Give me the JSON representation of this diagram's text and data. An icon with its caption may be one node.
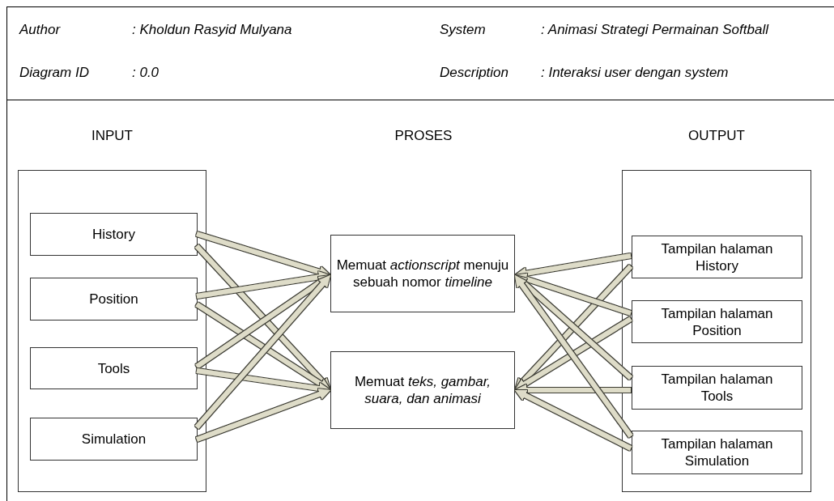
{
  "diagram": {
    "nodes": [
      {
        "text": [
          "INPUT"
        ]
      },
      {
        "text": [
          "History"
        ],
        "in": 0
      },
      {
        "text": [
          "Position"
        ],
        "in": 0
      },
      {
        "text": [
          "Tools"
        ],
        "in": 0
      },
      {
        "text": [
          "Simulation"
        ],
        "in": 0
      },
      {
        "text": [
          "Memuat *actionscript* menuju sebuah nomor *timeline*"
        ]
      },
      {
        "text": [
          "Memuat *teks, gambar, suara, dan animasi*"
        ]
      },
      {
        "text": [
          "OUTPUT"
        ]
      },
      {
        "text": [
          "Tampilan halaman History"
        ],
        "in": 7
      },
      {
        "text": [
          "Tampilan halaman Position"
        ],
        "in": 7
      },
      {
        "text": [
          "Tampilan halaman Tools"
        ],
        "in": 7
      },
      {
        "text": [
          "Tampilan halaman Simulation"
        ],
        "in": 7
      }
    ],
    "edges": [
      {
        "from": 1,
        "to": 5,
        "arrow": "to"
      },
      {
        "from": 1,
        "to": 6,
        "arrow": "to"
      },
      {
        "from": 2,
        "to": 5,
        "arrow": "to"
      },
      {
        "from": 2,
        "to": 6,
        "arrow": "to"
      },
      {
        "from": 3,
        "to": 5,
        "arrow": "to"
      },
      {
        "from": 3,
        "to": 6,
        "arrow": "to"
      },
      {
        "from": 4,
        "to": 5,
        "arrow": "to"
      },
      {
        "from": 4,
        "to": 6,
        "arrow": "to"
      },
      {
        "from": 8,
        "to": 5,
        "arrow": "to"
      },
      {
        "from": 8,
        "to": 6,
        "arrow": "to"
      },
      {
        "from": 9,
        "to": 5,
        "arrow": "to"
      },
      {
        "from": 9,
        "to": 6,
        "arrow": "to"
      },
      {
        "from": 10,
        "to": 5,
        "arrow": "to"
      },
      {
        "from": 10,
        "to": 6,
        "arrow": "to"
      },
      {
        "from": 11,
        "to": 5,
        "arrow": "to"
      },
      {
        "from": 11,
        "to": 6,
        "arrow": "to"
      }
    ],
    "labels": [
      "Author",
      ": Kholdun Rasyid Mulyana",
      "System",
      ": Animasi Strategi Permainan Softball",
      "Diagram ID",
      ": 0.0",
      "Description",
      ": Interaksi user dengan system",
      "PROSES"
    ]
  }
}
